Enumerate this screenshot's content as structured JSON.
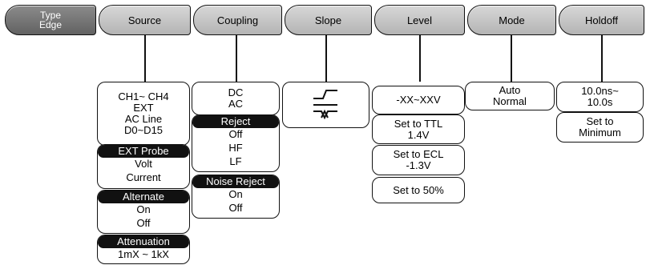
{
  "tabs": [
    {
      "label": "Type\nEdge",
      "active": true
    },
    {
      "label": "Source"
    },
    {
      "label": "Coupling"
    },
    {
      "label": "Slope"
    },
    {
      "label": "Level"
    },
    {
      "label": "Mode"
    },
    {
      "label": "Holdoff"
    }
  ],
  "source": {
    "options": [
      "CH1~ CH4",
      "EXT",
      "AC Line",
      "D0~D15"
    ],
    "ext_probe": {
      "header": "EXT Probe",
      "items": [
        "Volt",
        "Current"
      ]
    },
    "alternate": {
      "header": "Alternate",
      "items": [
        "On",
        "Off"
      ]
    },
    "attenuation": {
      "header": "Attenuation",
      "items": [
        "1mX ~ 1kX"
      ]
    }
  },
  "coupling": {
    "options": [
      "DC",
      "AC"
    ],
    "reject": {
      "header": "Reject",
      "items": [
        "Off",
        "HF",
        "LF"
      ]
    },
    "noise_reject": {
      "header": "Noise Reject",
      "items": [
        "On",
        "Off"
      ]
    }
  },
  "slope": {
    "icons": [
      "rising-edge-icon",
      "falling-edge-icon",
      "either-edge-icon"
    ]
  },
  "level": {
    "range": "-XX~XXV",
    "set_ttl": "Set to TTL\n1.4V",
    "set_ecl": "Set to ECL\n-1.3V",
    "set_50": "Set to 50%"
  },
  "mode": {
    "options": [
      "Auto",
      "Normal"
    ]
  },
  "holdoff": {
    "range": "10.0ns~\n10.0s",
    "set_min": "Set to\nMinimum"
  }
}
